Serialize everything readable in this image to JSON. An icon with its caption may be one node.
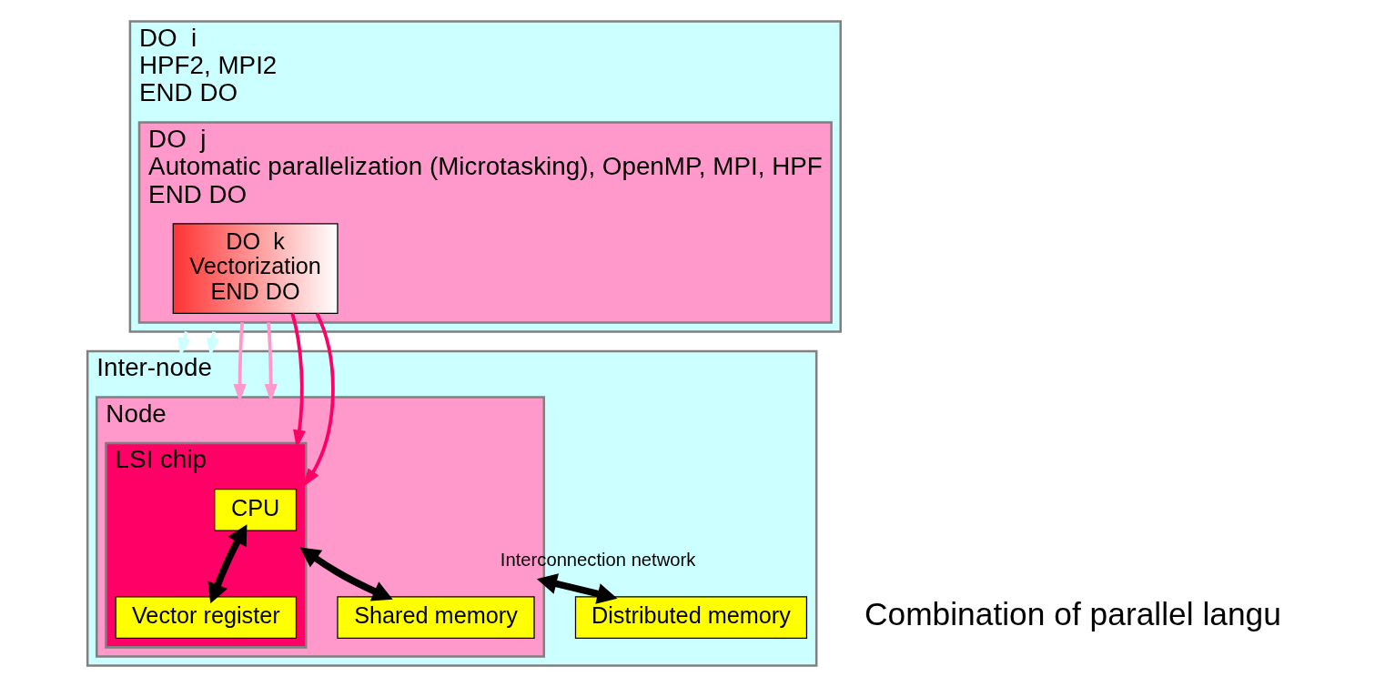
{
  "diagram": {
    "nodes": [
      {
        "text": [
          "Inter-node"
        ]
      },
      {
        "text": [
          "Node"
        ],
        "in": 0
      },
      {
        "text": [
          "LSI chip"
        ],
        "in": 1
      },
      {
        "text": [
          "CPU"
        ],
        "in": 2
      },
      {
        "text": [
          "Vector register"
        ],
        "in": 2
      },
      {
        "text": [
          "Shared memory"
        ],
        "in": 1
      },
      {
        "text": [
          "Distributed memory"
        ],
        "in": 0
      },
      {
        "text": [
          "DO  i",
          "HPF2, MPI2",
          "END DO"
        ]
      },
      {
        "text": [
          "DO  j",
          "Automatic parallelization (Microtasking), OpenMP, MPI, HPF",
          "END DO"
        ],
        "in": 7
      },
      {
        "text": [
          "DO  k",
          "Vectorization",
          "END DO"
        ],
        "in": 8
      }
    ],
    "edges": [
      {
        "from": 3,
        "to": 4,
        "arrow": "both",
        "style": "thick"
      },
      {
        "from": 2,
        "to": 5,
        "arrow": "both",
        "style": "thick"
      },
      {
        "from": 1,
        "to": 6,
        "arrow": "both",
        "style": "thick",
        "label": "Interconnection network"
      },
      {
        "from": 7,
        "to": 0,
        "arrow": "to",
        "color": "#ccffff"
      },
      {
        "from": 7,
        "to": 0,
        "arrow": "to",
        "color": "#ccffff"
      },
      {
        "from": 8,
        "to": 1,
        "arrow": "to",
        "color": "#ff99cc"
      },
      {
        "from": 8,
        "to": 1,
        "arrow": "to",
        "color": "#ff99cc"
      },
      {
        "from": 9,
        "to": 2,
        "arrow": "to",
        "color": "#ff0066"
      },
      {
        "from": 9,
        "to": 2,
        "arrow": "to",
        "color": "#ff0066"
      }
    ],
    "labels": [
      "Combination of parallel langu"
    ]
  }
}
